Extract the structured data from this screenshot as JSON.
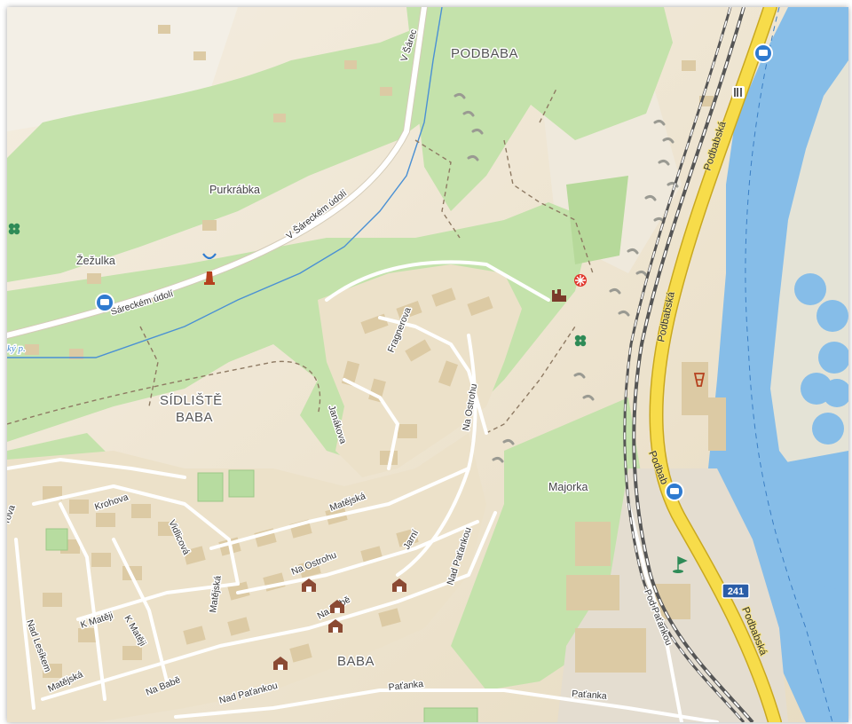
{
  "map": {
    "area_labels": [
      {
        "key": "podbaba",
        "text": "PODBABA"
      },
      {
        "key": "sidliste1",
        "text": "SÍDLIŠTĚ"
      },
      {
        "key": "sidliste2",
        "text": "BABA"
      },
      {
        "key": "baba",
        "text": "BABA"
      }
    ],
    "place_labels": {
      "purkrabka": "Purkrábka",
      "zezulka": "Žežulka",
      "majorka": "Majorka"
    },
    "water_labels": {
      "stream": "ký p."
    },
    "street_labels": {
      "v_sareckem_top": "V Šárec",
      "v_sareckem_mid": "V Šáreckém údolí",
      "v_sareckem_left": "Šáreckém údolí",
      "podbabska_1": "Podbabská",
      "podbabska_2": "Podbabská",
      "podbabska_3": "Podbab",
      "podbabska_4": "Podbabská",
      "fragnerova": "Fragnerova",
      "na_ostrohu_1": "Na Ostrohu",
      "na_ostrohu_2": "Na Ostrohu",
      "jankova": "Janákova",
      "krohova": "Krohova",
      "vidlicova": "Vidlicová",
      "matejska_1": "Matějská",
      "matejska_2": "Matějská",
      "matejska_3": "Matějská",
      "jarni": "Jarní",
      "nad_patankou_1": "Nad Paťankou",
      "nad_patankou_2": "Nad Paťankou",
      "na_babe_1": "Na Babě",
      "na_babe_2": "Na Babě",
      "k_mateji_1": "K Matěji",
      "k_mateji_2": "K Matěji",
      "nad_lesikem": "Nad Lesíkem",
      "rova": "rova",
      "pod_patankou": "Pod Paťankou",
      "patanka_1": "Paťanka",
      "patanka_2": "Paťanka"
    },
    "road_shield": "241",
    "icons": [
      "bus-stop-icon",
      "bus-stop-icon",
      "bus-stop-icon",
      "restaurant-icon",
      "viewpoint-icon",
      "monument-icon",
      "castle-ruin-icon",
      "point-of-interest-icon",
      "clover-icon",
      "clover-icon",
      "clover-icon",
      "tower-icon",
      "golf-icon",
      "villa-icon",
      "villa-icon",
      "villa-icon",
      "villa-icon",
      "villa-icon"
    ],
    "colors": {
      "forest": "#c4e2ab",
      "forest_dark": "#a6d08a",
      "built_up": "#ece1c9",
      "building": "#dccaa4",
      "water": "#86bde8",
      "main_road": "#f7dc4a",
      "main_road_casing": "#c9a820",
      "railway": "#555555",
      "path": "#8e7a63"
    }
  }
}
